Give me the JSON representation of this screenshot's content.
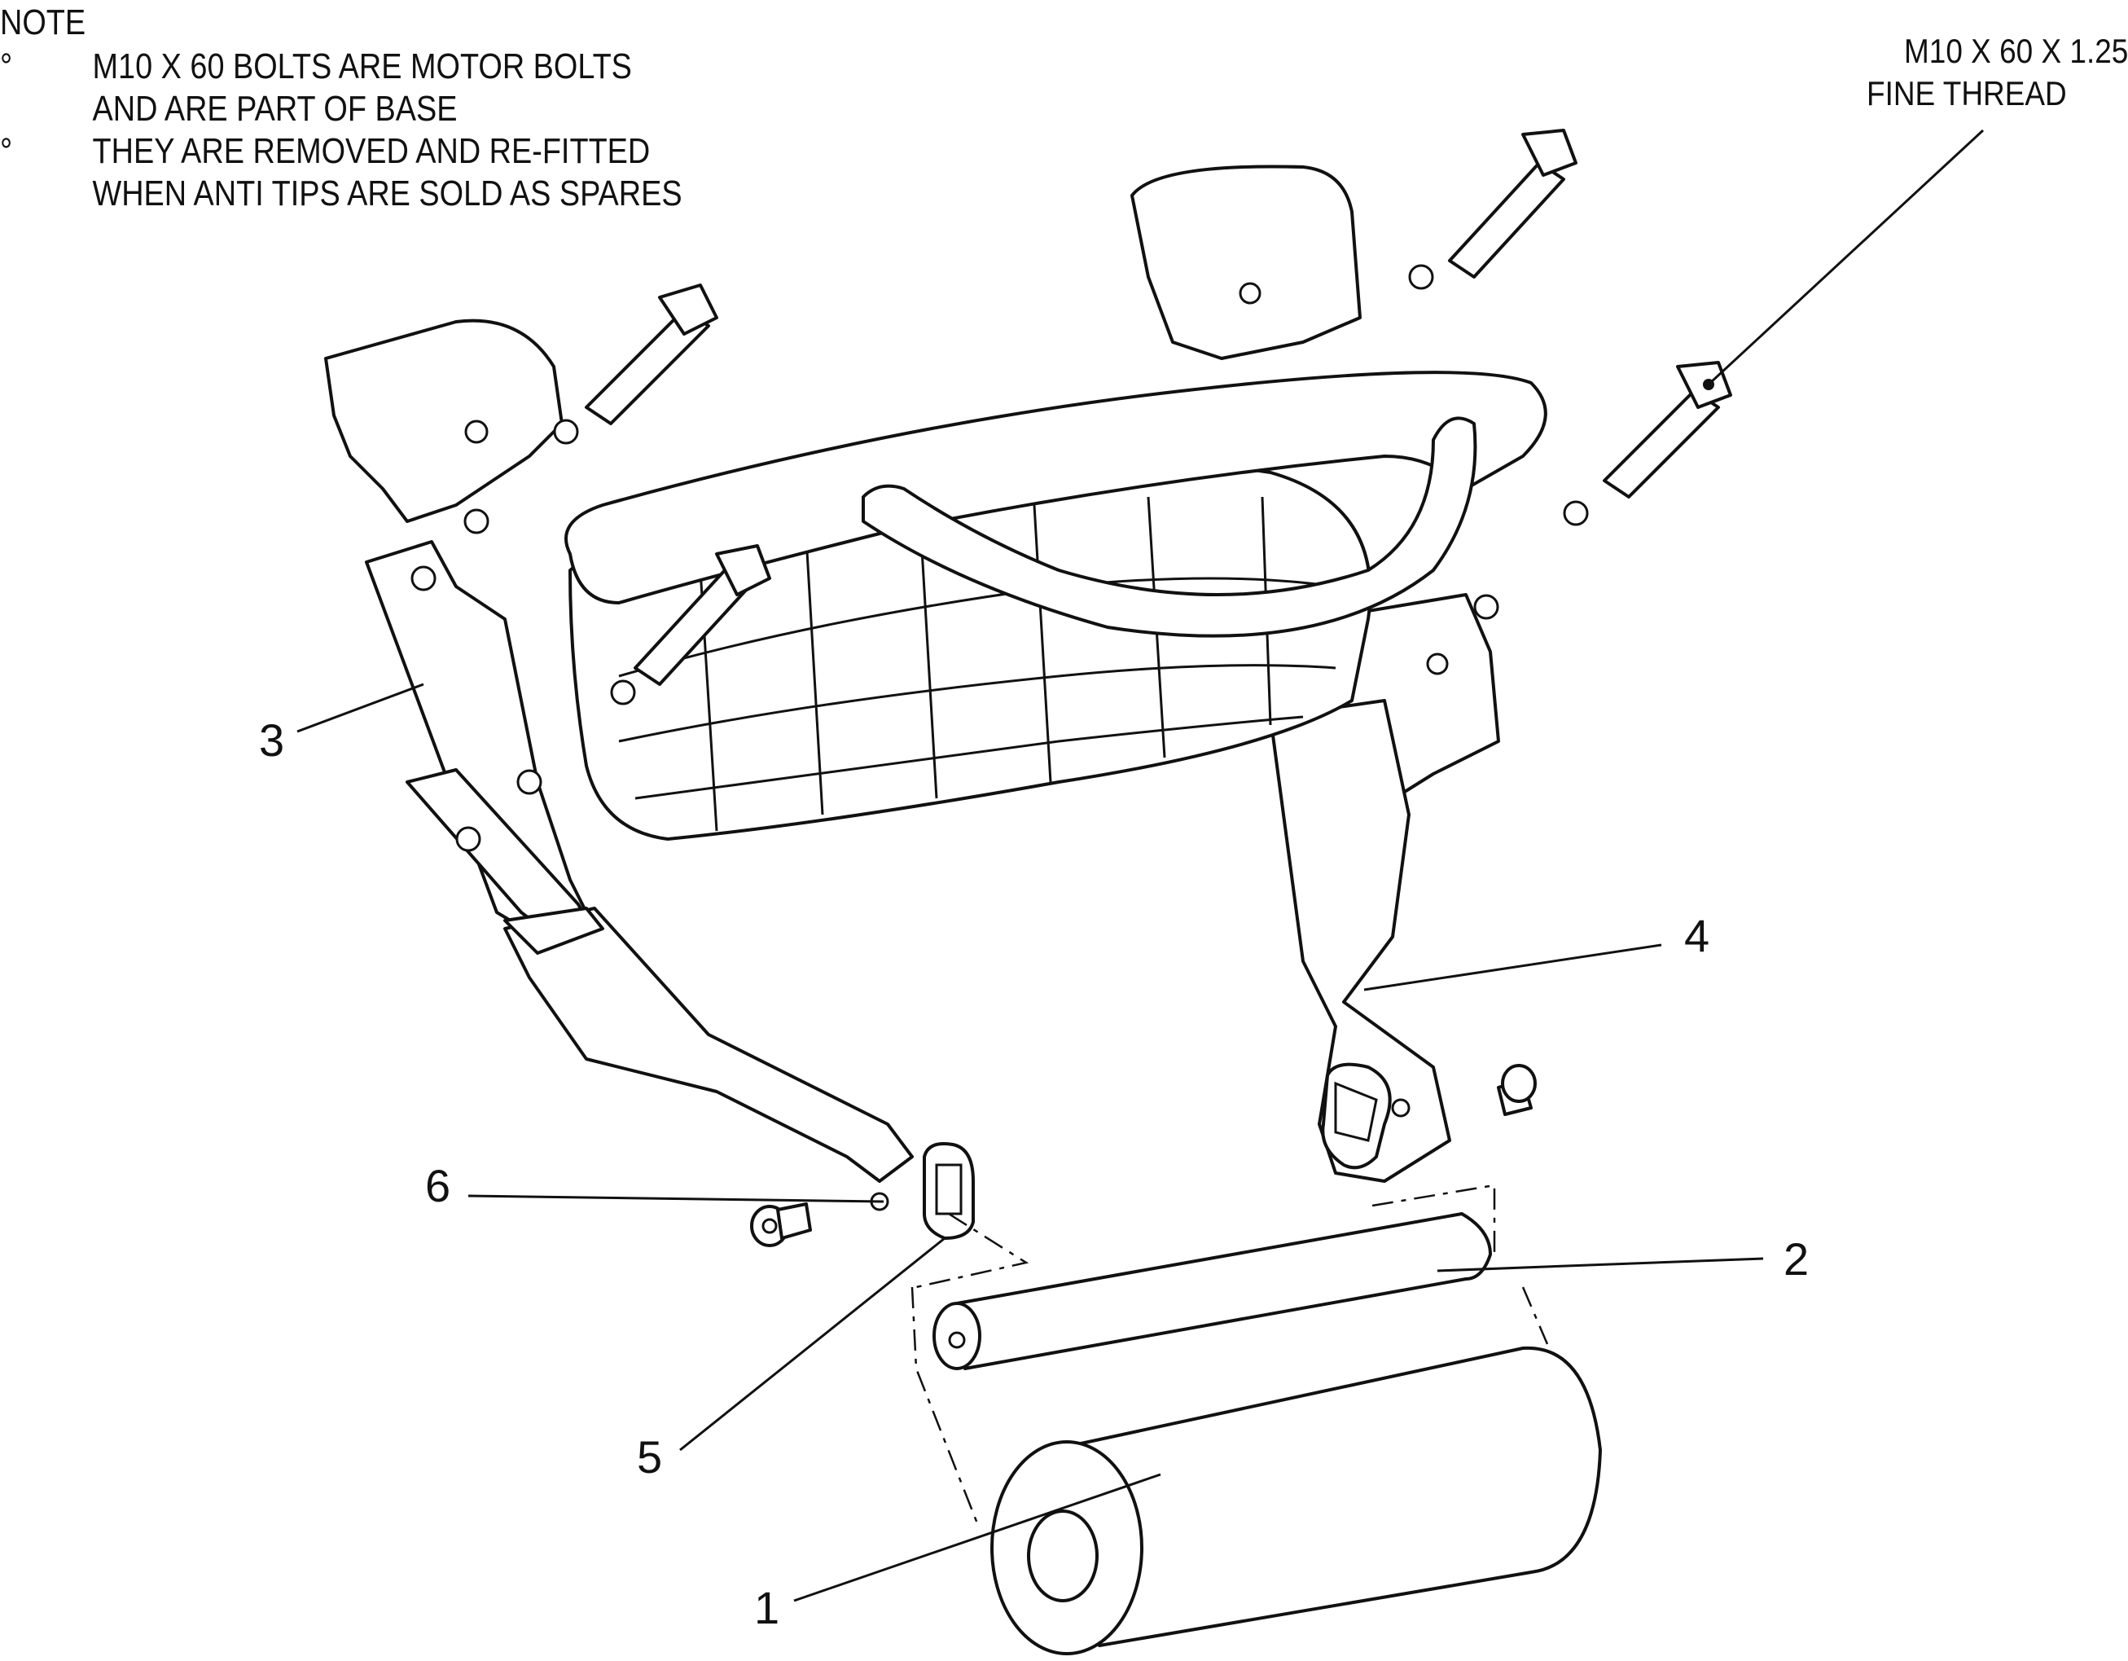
{
  "note": {
    "heading": "NOTE",
    "bullet_symbol": "°",
    "items": [
      [
        "M10 X 60 BOLTS ARE MOTOR BOLTS",
        "AND ARE PART OF BASE"
      ],
      [
        "THEY ARE REMOVED AND RE-FITTED",
        "WHEN ANTI TIPS ARE SOLD AS SPARES"
      ]
    ]
  },
  "bolt_callout": {
    "line1": "M10 X 60 X 1.25",
    "line2": "FINE THREAD"
  },
  "part_labels": {
    "p1": "1",
    "p2": "2",
    "p3": "3",
    "p4": "4",
    "p5": "5",
    "p6": "6"
  },
  "colors": {
    "line": "#111111",
    "background": "#ffffff"
  }
}
